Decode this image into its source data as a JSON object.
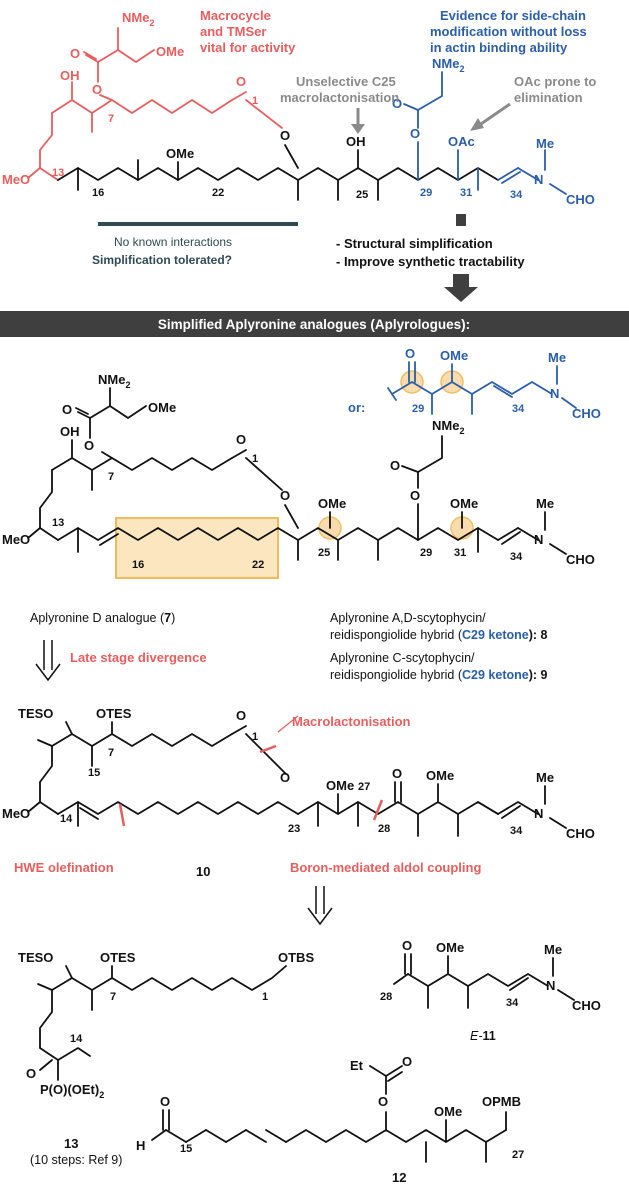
{
  "top": {
    "notes": {
      "macrocycle": [
        "Macrocycle",
        "and TMSer",
        "vital for activity"
      ],
      "evidence": [
        "Evidence for side-chain",
        "modification without loss",
        "in actin binding ability"
      ],
      "unselective": [
        "Unselective C25",
        "macrolactonisation"
      ],
      "oac": [
        "OAc prone to",
        "elimination"
      ],
      "no_known": "No known interactions",
      "simplification": "Simplification tolerated?",
      "structural": "- Structural simplification",
      "improve": "- Improve synthetic tractability"
    },
    "atoms": {
      "nme2_red": "NMe",
      "nme2_sub": "2",
      "o_red": "O",
      "ome_red": "OMe",
      "oh_red": "OH",
      "meo_red": "MeO",
      "n13": "13",
      "n7": "7",
      "n1": "1",
      "n16": "16",
      "n22": "22",
      "ome_mid": "OMe",
      "o_ring": "O",
      "oh25": "OH",
      "n25": "25",
      "nme2_blue": "NMe",
      "o_blue": "O",
      "n29": "29",
      "oac": "OAc",
      "n31": "31",
      "me": "Me",
      "n": "N",
      "cho": "CHO",
      "n34": "34"
    }
  },
  "banner": "Simplified Aplyronine analogues (Aplyrologues):",
  "middle": {
    "or": "or:",
    "atoms": {
      "o": "O",
      "ome": "OMe",
      "me": "Me",
      "n": "N",
      "cho": "CHO",
      "n29": "29",
      "n34": "34",
      "nme2": "NMe",
      "sub2": "2",
      "o2": "O",
      "ome2": "OMe",
      "oh": "OH",
      "n7": "7",
      "n1": "1",
      "n13": "13",
      "meo": "MeO",
      "n16": "16",
      "n22": "22",
      "o_ring": "O",
      "ome25": "OMe",
      "n25": "25",
      "nme2b": "NMe",
      "o3": "O",
      "n29b": "29",
      "ome31": "OMe",
      "n31": "31",
      "meb": "Me",
      "nb": "N",
      "chob": "CHO",
      "n34b": "34"
    },
    "label7_a": "Aplyronine D analogue (",
    "label7_b": "7",
    "label7_c": ")",
    "hyb1_a": "Aplyronine A,D-scytophycin/",
    "hyb1_b": "reidispongiolide hybrid (",
    "hyb1_c": "C29 ketone",
    "hyb1_d": "): 8",
    "hyb2_a": "Aplyronine C-scytophycin/",
    "hyb2_b": "reidispongiolide hybrid (",
    "hyb2_c": "C29 ketone",
    "hyb2_d": "): 9",
    "late": "Late stage divergence"
  },
  "c10": {
    "atoms": {
      "teso": "TESO",
      "otes": "OTES",
      "o": "O",
      "n1": "1",
      "n7": "7",
      "n15": "15",
      "n14": "14",
      "meo": "MeO",
      "o_ring": "O",
      "n23": "23",
      "ome": "OMe",
      "n27": "27",
      "n28": "28",
      "o_k": "O",
      "ome2": "OMe",
      "me": "Me",
      "n": "N",
      "cho": "CHO",
      "n34": "34"
    },
    "macro": "Macrolactonisation",
    "hwe": "HWE olefination",
    "label10": "10",
    "boron": "Boron-mediated aldol coupling"
  },
  "bottom": {
    "c13": {
      "teso": "TESO",
      "otes": "OTES",
      "otbs": "OTBS",
      "n7": "7",
      "n1": "1",
      "o": "O",
      "n14": "14",
      "p": "P(O)(OEt)",
      "p_sub": "2",
      "label": "13",
      "steps": "(10 steps: Ref 9)"
    },
    "c11": {
      "o": "O",
      "ome": "OMe",
      "me": "Me",
      "n": "N",
      "cho": "CHO",
      "n28": "28",
      "n34": "34",
      "label_e": "E-",
      "label_n": "11"
    },
    "c12": {
      "et": "Et",
      "o": "O",
      "o2": "O",
      "ome": "OMe",
      "opmb": "OPMB",
      "h": "H",
      "o3": "O",
      "n15": "15",
      "n27": "27",
      "label": "12"
    }
  },
  "colors": {
    "red": "#e85d5d",
    "blue": "#2a5ea8",
    "grey": "#8a8a8a",
    "teal": "#2f4a52",
    "banner": "#3f3f3f",
    "highlight": "#efb54a"
  }
}
